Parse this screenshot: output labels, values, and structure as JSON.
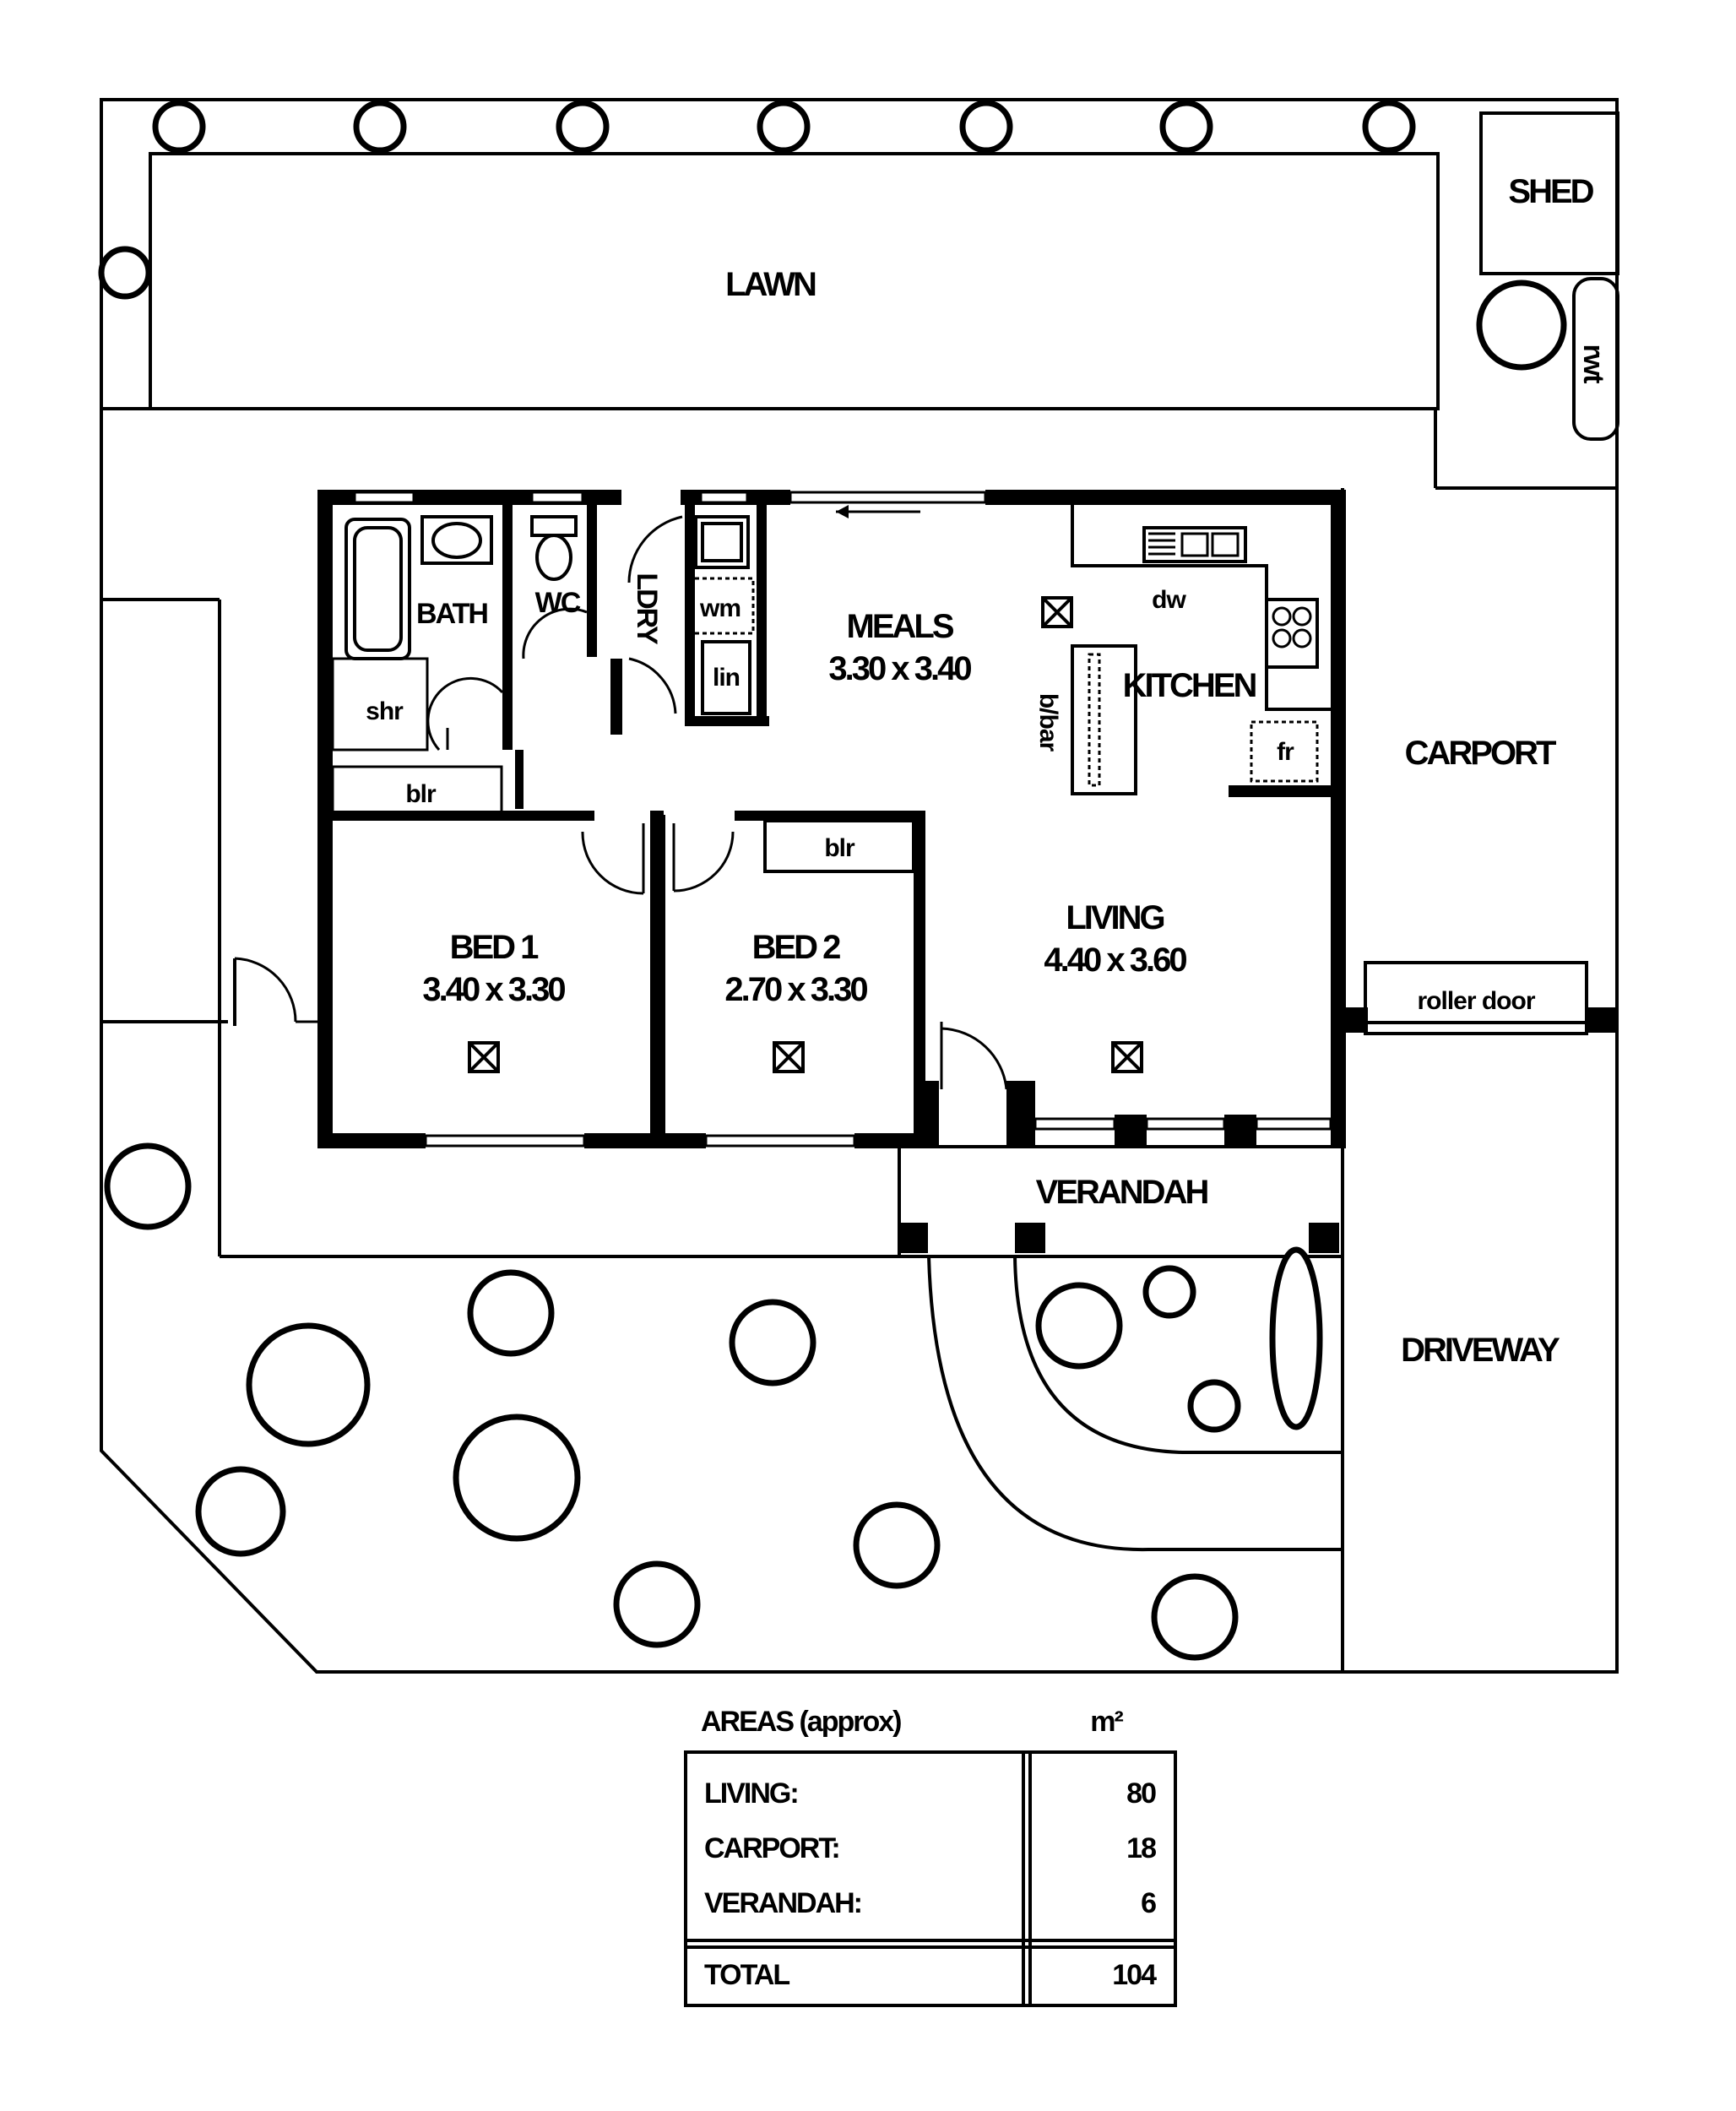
{
  "site": {
    "lawn": "LAWN",
    "shed": "SHED",
    "rwt": "rwt",
    "carport": "CARPORT",
    "roller_door": "roller door",
    "verandah": "VERANDAH",
    "driveway": "DRIVEWAY"
  },
  "rooms": {
    "bath": "BATH",
    "wc": "WC",
    "ldry": "LDRY",
    "shr": "shr",
    "wm": "wm",
    "lin": "lin",
    "blr_hall": "blr",
    "blr_bed2": "blr",
    "meals_name": "MEALS",
    "meals_size": "3.30 x 3.40",
    "kitchen": "KITCHEN",
    "dw": "dw",
    "fr": "fr",
    "bbar": "b/bar",
    "bed1_name": "BED 1",
    "bed1_size": "3.40 x 3.30",
    "bed2_name": "BED 2",
    "bed2_size": "2.70 x 3.30",
    "living_name": "LIVING",
    "living_size": "4.40 x 3.60"
  },
  "areas": {
    "title": "AREAS (approx)",
    "unit": "m²",
    "rows": [
      {
        "label": "LIVING:",
        "value": "80"
      },
      {
        "label": "CARPORT:",
        "value": "18"
      },
      {
        "label": "VERANDAH:",
        "value": "6"
      }
    ],
    "total_label": "TOTAL",
    "total_value": "104"
  }
}
